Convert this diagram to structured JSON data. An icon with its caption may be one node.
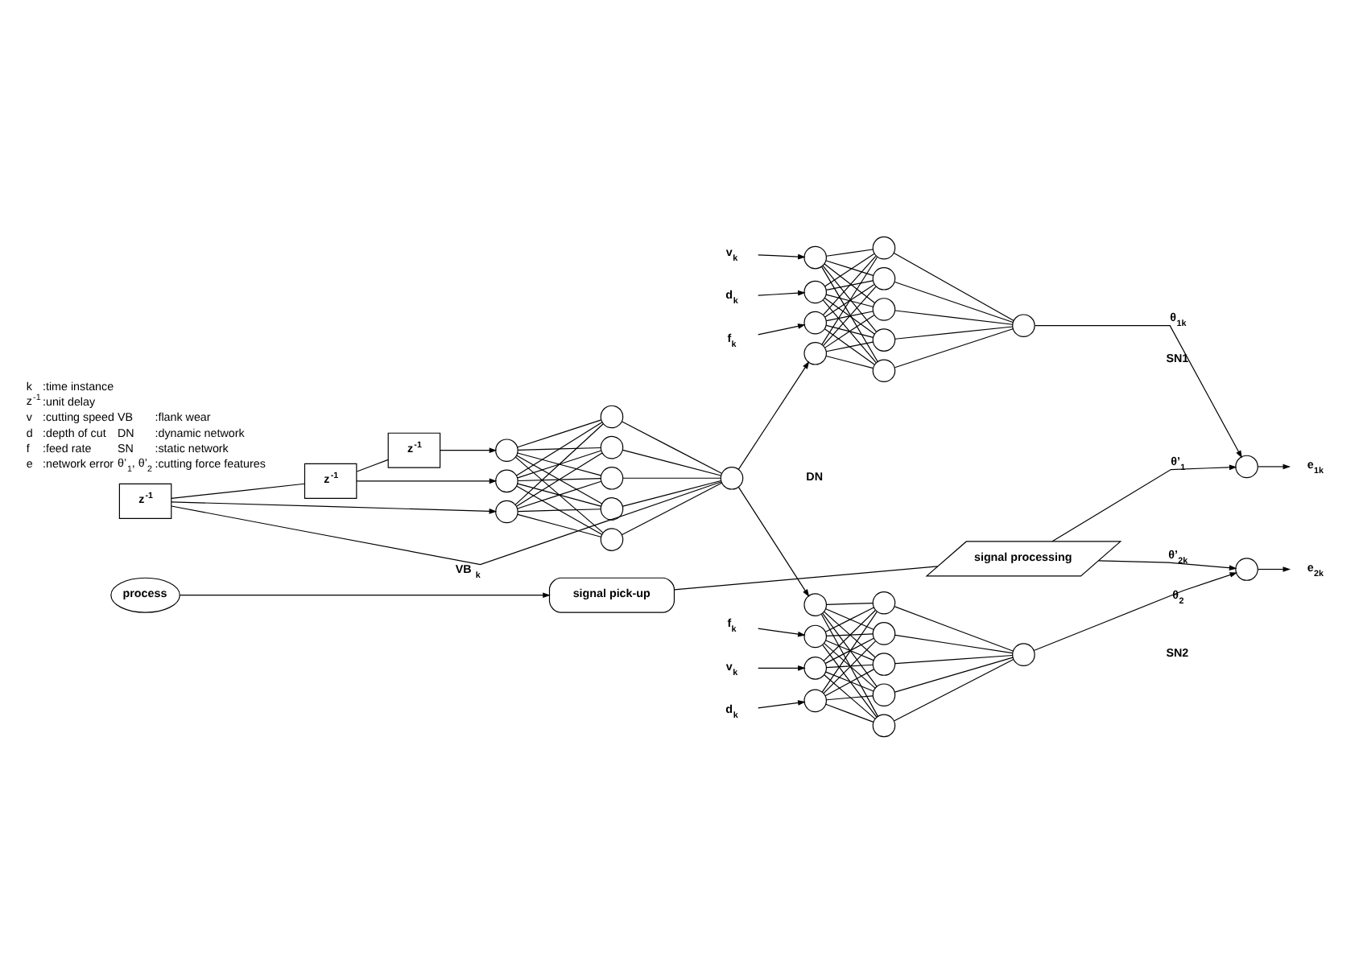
{
  "diagram": {
    "nodes": [
      {
        "text": [
          "process"
        ]
      },
      {
        "text": [
          "signal pick-up"
        ]
      },
      {
        "text": [
          "signal processing"
        ]
      },
      {
        "text": [
          "z$^{-1}$"
        ]
      },
      {
        "text": [
          "z$^{-1}$"
        ]
      },
      {
        "text": [
          "z$^{-1}$"
        ]
      },
      {
        "text": [],
        "shape": "circle"
      },
      {
        "text": [],
        "shape": "circle"
      },
      {
        "text": [],
        "shape": "circle"
      },
      {
        "text": [],
        "shape": "circle"
      },
      {
        "text": [],
        "shape": "circle"
      },
      {
        "text": [],
        "shape": "circle"
      },
      {
        "text": [],
        "shape": "circle"
      },
      {
        "text": [],
        "shape": "circle"
      },
      {
        "text": [],
        "shape": "circle"
      },
      {
        "text": [],
        "shape": "circle"
      },
      {
        "text": [],
        "shape": "circle"
      },
      {
        "text": [],
        "shape": "circle"
      },
      {
        "text": [],
        "shape": "circle"
      },
      {
        "text": [],
        "shape": "circle"
      },
      {
        "text": [],
        "shape": "circle"
      },
      {
        "text": [],
        "shape": "circle"
      },
      {
        "text": [],
        "shape": "circle"
      },
      {
        "text": [],
        "shape": "circle"
      },
      {
        "text": [],
        "shape": "circle"
      },
      {
        "text": [
          "v$_{k}$"
        ]
      },
      {
        "text": [
          "d$_{k}$"
        ]
      },
      {
        "text": [
          "f$_{k}$"
        ]
      },
      {
        "text": [],
        "shape": "circle"
      },
      {
        "text": [],
        "shape": "circle"
      },
      {
        "text": [],
        "shape": "circle"
      },
      {
        "text": [],
        "shape": "circle"
      },
      {
        "text": [],
        "shape": "circle"
      },
      {
        "text": [],
        "shape": "circle"
      },
      {
        "text": [],
        "shape": "circle"
      },
      {
        "text": [],
        "shape": "circle"
      },
      {
        "text": [],
        "shape": "circle"
      },
      {
        "text": [],
        "shape": "circle"
      },
      {
        "text": [
          "v$_{k}$"
        ]
      },
      {
        "text": [
          "d$_{k}$"
        ]
      },
      {
        "text": [
          "f$_{k}$"
        ]
      },
      {
        "text": [],
        "shape": "circle"
      },
      {
        "text": [
          "e$_{1k}$"
        ]
      },
      {
        "text": [],
        "shape": "circle"
      },
      {
        "text": [
          "e$_{2k}$"
        ]
      }
    ],
    "edges": [
      {
        "from": 0,
        "to": 1,
        "arrow": "to"
      },
      {
        "from": 1,
        "to": 2,
        "arrow": "none"
      },
      {
        "from": 14,
        "to": 3,
        "arrow": "none",
        "label": "VB $_{k}$"
      },
      {
        "from": 3,
        "to": 4,
        "arrow": "none"
      },
      {
        "from": 4,
        "to": 5,
        "arrow": "none"
      },
      {
        "from": 3,
        "to": 6,
        "arrow": "to"
      },
      {
        "from": 4,
        "to": 7,
        "arrow": "to"
      },
      {
        "from": 5,
        "to": 8,
        "arrow": "to"
      },
      {
        "from": 6,
        "to": 9,
        "arrow": "none"
      },
      {
        "from": 6,
        "to": 10,
        "arrow": "none"
      },
      {
        "from": 6,
        "to": 11,
        "arrow": "none"
      },
      {
        "from": 6,
        "to": 12,
        "arrow": "none"
      },
      {
        "from": 6,
        "to": 13,
        "arrow": "none"
      },
      {
        "from": 7,
        "to": 9,
        "arrow": "none"
      },
      {
        "from": 7,
        "to": 10,
        "arrow": "none"
      },
      {
        "from": 7,
        "to": 11,
        "arrow": "none"
      },
      {
        "from": 7,
        "to": 12,
        "arrow": "none"
      },
      {
        "from": 7,
        "to": 13,
        "arrow": "none"
      },
      {
        "from": 8,
        "to": 9,
        "arrow": "none"
      },
      {
        "from": 8,
        "to": 10,
        "arrow": "none"
      },
      {
        "from": 8,
        "to": 11,
        "arrow": "none"
      },
      {
        "from": 8,
        "to": 12,
        "arrow": "none"
      },
      {
        "from": 8,
        "to": 13,
        "arrow": "none"
      },
      {
        "from": 9,
        "to": 14,
        "arrow": "none"
      },
      {
        "from": 10,
        "to": 14,
        "arrow": "none"
      },
      {
        "from": 11,
        "to": 14,
        "arrow": "none"
      },
      {
        "from": 12,
        "to": 14,
        "arrow": "none"
      },
      {
        "from": 13,
        "to": 14,
        "arrow": "none"
      },
      {
        "from": 14,
        "to": 15,
        "arrow": "to"
      },
      {
        "from": 14,
        "to": 28,
        "arrow": "to"
      },
      {
        "from": 25,
        "to": 16,
        "arrow": "to"
      },
      {
        "from": 26,
        "to": 17,
        "arrow": "to"
      },
      {
        "from": 27,
        "to": 18,
        "arrow": "to"
      },
      {
        "from": 15,
        "to": 19,
        "arrow": "none"
      },
      {
        "from": 15,
        "to": 20,
        "arrow": "none"
      },
      {
        "from": 15,
        "to": 21,
        "arrow": "none"
      },
      {
        "from": 15,
        "to": 22,
        "arrow": "none"
      },
      {
        "from": 15,
        "to": 23,
        "arrow": "none"
      },
      {
        "from": 16,
        "to": 19,
        "arrow": "none"
      },
      {
        "from": 16,
        "to": 20,
        "arrow": "none"
      },
      {
        "from": 16,
        "to": 21,
        "arrow": "none"
      },
      {
        "from": 16,
        "to": 22,
        "arrow": "none"
      },
      {
        "from": 16,
        "to": 23,
        "arrow": "none"
      },
      {
        "from": 17,
        "to": 19,
        "arrow": "none"
      },
      {
        "from": 17,
        "to": 20,
        "arrow": "none"
      },
      {
        "from": 17,
        "to": 21,
        "arrow": "none"
      },
      {
        "from": 17,
        "to": 22,
        "arrow": "none"
      },
      {
        "from": 17,
        "to": 23,
        "arrow": "none"
      },
      {
        "from": 18,
        "to": 19,
        "arrow": "none"
      },
      {
        "from": 18,
        "to": 20,
        "arrow": "none"
      },
      {
        "from": 18,
        "to": 21,
        "arrow": "none"
      },
      {
        "from": 18,
        "to": 22,
        "arrow": "none"
      },
      {
        "from": 18,
        "to": 23,
        "arrow": "none"
      },
      {
        "from": 19,
        "to": 24,
        "arrow": "none"
      },
      {
        "from": 20,
        "to": 24,
        "arrow": "none"
      },
      {
        "from": 21,
        "to": 24,
        "arrow": "none"
      },
      {
        "from": 22,
        "to": 24,
        "arrow": "none"
      },
      {
        "from": 23,
        "to": 24,
        "arrow": "none"
      },
      {
        "from": 24,
        "to": 41,
        "arrow": "to",
        "label": "θ$_{1k}$"
      },
      {
        "from": 38,
        "to": 29,
        "arrow": "to"
      },
      {
        "from": 39,
        "to": 30,
        "arrow": "to"
      },
      {
        "from": 40,
        "to": 31,
        "arrow": "to"
      },
      {
        "from": 28,
        "to": 32,
        "arrow": "none"
      },
      {
        "from": 28,
        "to": 33,
        "arrow": "none"
      },
      {
        "from": 28,
        "to": 34,
        "arrow": "none"
      },
      {
        "from": 28,
        "to": 35,
        "arrow": "none"
      },
      {
        "from": 28,
        "to": 36,
        "arrow": "none"
      },
      {
        "from": 29,
        "to": 32,
        "arrow": "none"
      },
      {
        "from": 29,
        "to": 33,
        "arrow": "none"
      },
      {
        "from": 29,
        "to": 34,
        "arrow": "none"
      },
      {
        "from": 29,
        "to": 35,
        "arrow": "none"
      },
      {
        "from": 29,
        "to": 36,
        "arrow": "none"
      },
      {
        "from": 30,
        "to": 32,
        "arrow": "none"
      },
      {
        "from": 30,
        "to": 33,
        "arrow": "none"
      },
      {
        "from": 30,
        "to": 34,
        "arrow": "none"
      },
      {
        "from": 30,
        "to": 35,
        "arrow": "none"
      },
      {
        "from": 30,
        "to": 36,
        "arrow": "none"
      },
      {
        "from": 31,
        "to": 32,
        "arrow": "none"
      },
      {
        "from": 31,
        "to": 33,
        "arrow": "none"
      },
      {
        "from": 31,
        "to": 34,
        "arrow": "none"
      },
      {
        "from": 31,
        "to": 35,
        "arrow": "none"
      },
      {
        "from": 31,
        "to": 36,
        "arrow": "none"
      },
      {
        "from": 32,
        "to": 37,
        "arrow": "none"
      },
      {
        "from": 33,
        "to": 37,
        "arrow": "none"
      },
      {
        "from": 34,
        "to": 37,
        "arrow": "none"
      },
      {
        "from": 35,
        "to": 37,
        "arrow": "none"
      },
      {
        "from": 36,
        "to": 37,
        "arrow": "none"
      },
      {
        "from": 37,
        "to": 43,
        "arrow": "to",
        "label": "θ$_{2}$"
      },
      {
        "from": 2,
        "to": 41,
        "arrow": "to",
        "label": "θ’$_{1}$"
      },
      {
        "from": 2,
        "to": 43,
        "arrow": "to",
        "label": "θ’$_{2k}$"
      },
      {
        "from": 41,
        "to": 42,
        "arrow": "to"
      },
      {
        "from": 43,
        "to": 44,
        "arrow": "to"
      }
    ],
    "labels": [
      "DN",
      "SN1",
      "SN2",
      "k",
      ":time instance",
      "z$^{-1}$",
      ":unit delay",
      "v",
      ":cutting speed",
      "VB",
      ":flank wear",
      "d",
      ":depth of cut",
      "DN",
      ":dynamic network",
      "f",
      ":feed rate",
      "SN",
      ":static network",
      "e",
      ":network error",
      "θ’$_{1}$, θ’$_{2}$",
      ":cutting force features"
    ]
  }
}
